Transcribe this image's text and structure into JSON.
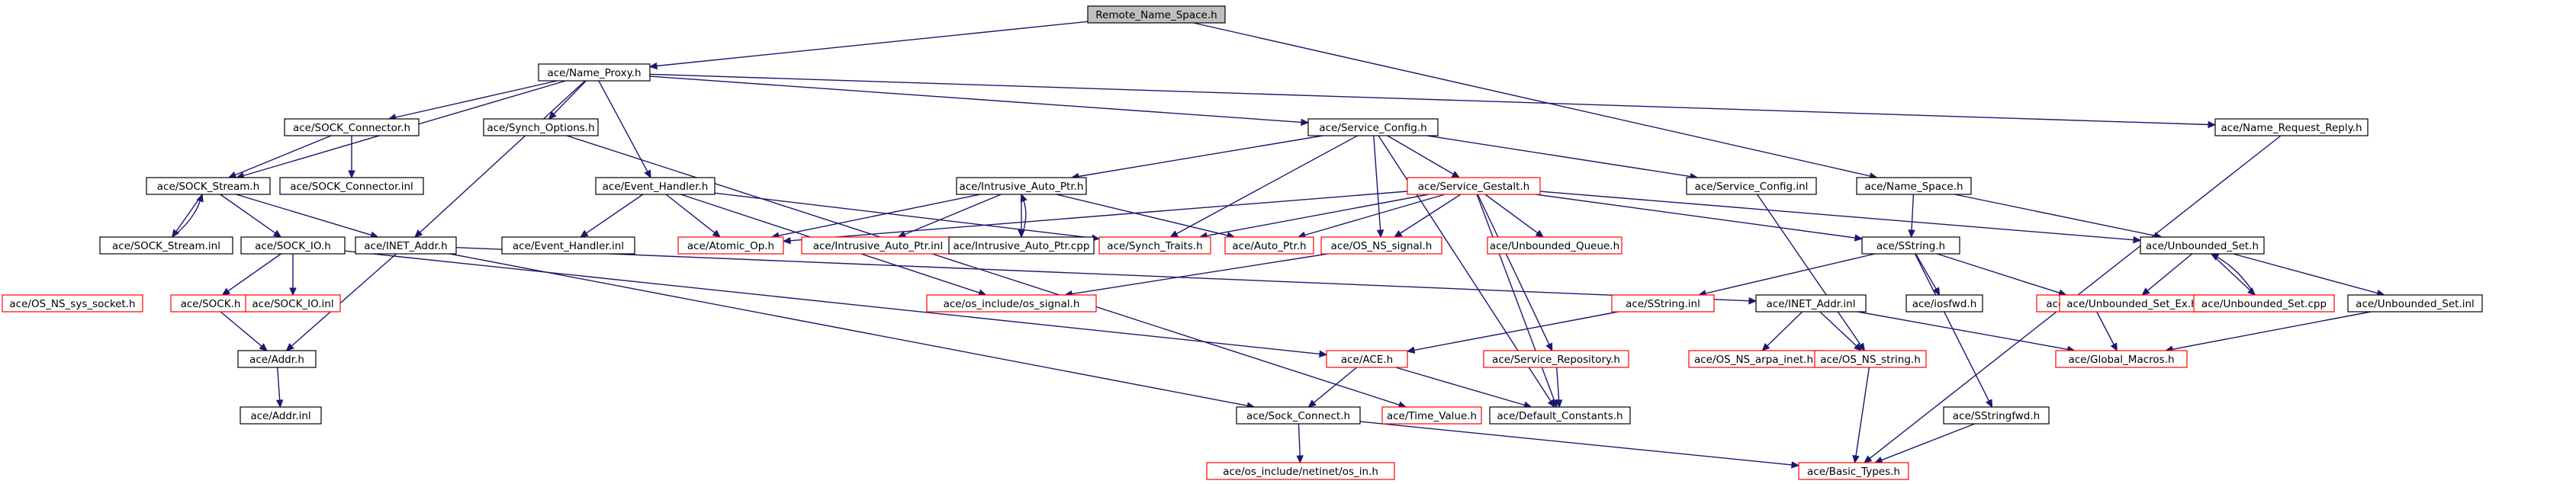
{
  "diagram": {
    "colors": {
      "edge": "#191970",
      "node_border_normal": "#000000",
      "node_border_external": "#ff0000",
      "node_fill": "#ffffff",
      "root_fill": "#bfbfbf"
    },
    "nodes": [
      {
        "id": "n0",
        "label": "Remote_Name_Space.h",
        "kind": "root"
      },
      {
        "id": "n1",
        "label": "ace/Name_Proxy.h",
        "kind": "normal"
      },
      {
        "id": "n2",
        "label": "ace/SOCK_Connector.h",
        "kind": "normal"
      },
      {
        "id": "n3",
        "label": "ace/Synch_Options.h",
        "kind": "normal"
      },
      {
        "id": "n4",
        "label": "ace/Service_Config.h",
        "kind": "normal"
      },
      {
        "id": "n5",
        "label": "ace/Name_Request_Reply.h",
        "kind": "normal"
      },
      {
        "id": "n6",
        "label": "ace/SOCK_Stream.h",
        "kind": "normal"
      },
      {
        "id": "n7",
        "label": "ace/SOCK_Connector.inl",
        "kind": "normal"
      },
      {
        "id": "n8",
        "label": "ace/Event_Handler.h",
        "kind": "normal"
      },
      {
        "id": "n9",
        "label": "ace/Intrusive_Auto_Ptr.h",
        "kind": "normal"
      },
      {
        "id": "n10",
        "label": "ace/Service_Gestalt.h",
        "kind": "external"
      },
      {
        "id": "n11",
        "label": "ace/Service_Config.inl",
        "kind": "normal"
      },
      {
        "id": "n12",
        "label": "ace/Name_Space.h",
        "kind": "normal"
      },
      {
        "id": "n13",
        "label": "ace/SOCK_Stream.inl",
        "kind": "normal"
      },
      {
        "id": "n14",
        "label": "ace/SOCK_IO.h",
        "kind": "normal"
      },
      {
        "id": "n15",
        "label": "ace/INET_Addr.h",
        "kind": "normal"
      },
      {
        "id": "n16",
        "label": "ace/Event_Handler.inl",
        "kind": "normal"
      },
      {
        "id": "n17",
        "label": "ace/Atomic_Op.h",
        "kind": "external"
      },
      {
        "id": "n18",
        "label": "ace/Intrusive_Auto_Ptr.inl",
        "kind": "external"
      },
      {
        "id": "n19",
        "label": "ace/Intrusive_Auto_Ptr.cpp",
        "kind": "normal"
      },
      {
        "id": "n20",
        "label": "ace/Synch_Traits.h",
        "kind": "external"
      },
      {
        "id": "n21",
        "label": "ace/Auto_Ptr.h",
        "kind": "external"
      },
      {
        "id": "n22",
        "label": "ace/OS_NS_signal.h",
        "kind": "external"
      },
      {
        "id": "n23",
        "label": "ace/Unbounded_Queue.h",
        "kind": "external"
      },
      {
        "id": "n24",
        "label": "ace/SString.h",
        "kind": "normal"
      },
      {
        "id": "n25",
        "label": "ace/Unbounded_Set.h",
        "kind": "normal"
      },
      {
        "id": "n26",
        "label": "ace/OS_NS_sys_socket.h",
        "kind": "external"
      },
      {
        "id": "n27",
        "label": "ace/SOCK.h",
        "kind": "external"
      },
      {
        "id": "n28",
        "label": "ace/SOCK_IO.inl",
        "kind": "external"
      },
      {
        "id": "n29",
        "label": "ace/os_include/os_signal.h",
        "kind": "external"
      },
      {
        "id": "n30",
        "label": "ace/SString.inl",
        "kind": "external"
      },
      {
        "id": "n31",
        "label": "ace/INET_Addr.inl",
        "kind": "normal"
      },
      {
        "id": "n32",
        "label": "ace/iosfwd.h",
        "kind": "normal"
      },
      {
        "id": "n33",
        "label": "ace/String_Base.h",
        "kind": "external"
      },
      {
        "id": "n34",
        "label": "ace/Unbounded_Set_Ex.h",
        "kind": "external"
      },
      {
        "id": "n35",
        "label": "ace/Unbounded_Set.cpp",
        "kind": "external"
      },
      {
        "id": "n36",
        "label": "ace/Unbounded_Set.inl",
        "kind": "normal"
      },
      {
        "id": "n37",
        "label": "ace/Addr.h",
        "kind": "normal"
      },
      {
        "id": "n38",
        "label": "ace/ACE.h",
        "kind": "external"
      },
      {
        "id": "n39",
        "label": "ace/Service_Repository.h",
        "kind": "external"
      },
      {
        "id": "n40",
        "label": "ace/OS_NS_arpa_inet.h",
        "kind": "external"
      },
      {
        "id": "n41",
        "label": "ace/OS_NS_string.h",
        "kind": "external"
      },
      {
        "id": "n42",
        "label": "ace/Global_Macros.h",
        "kind": "external"
      },
      {
        "id": "n43",
        "label": "ace/Addr.inl",
        "kind": "normal"
      },
      {
        "id": "n44",
        "label": "ace/Sock_Connect.h",
        "kind": "normal"
      },
      {
        "id": "n45",
        "label": "ace/Time_Value.h",
        "kind": "external"
      },
      {
        "id": "n46",
        "label": "ace/Default_Constants.h",
        "kind": "normal"
      },
      {
        "id": "n47",
        "label": "ace/SStringfwd.h",
        "kind": "normal"
      },
      {
        "id": "n48",
        "label": "ace/os_include/netinet/os_in.h",
        "kind": "external"
      },
      {
        "id": "n49",
        "label": "ace/Basic_Types.h",
        "kind": "external"
      }
    ],
    "edges": [
      [
        "n0",
        "n1"
      ],
      [
        "n0",
        "n12"
      ],
      [
        "n1",
        "n2"
      ],
      [
        "n1",
        "n3"
      ],
      [
        "n1",
        "n4"
      ],
      [
        "n1",
        "n5"
      ],
      [
        "n1",
        "n6"
      ],
      [
        "n1",
        "n8"
      ],
      [
        "n1",
        "n15"
      ],
      [
        "n2",
        "n6"
      ],
      [
        "n2",
        "n7"
      ],
      [
        "n3",
        "n45"
      ],
      [
        "n4",
        "n9"
      ],
      [
        "n4",
        "n10"
      ],
      [
        "n4",
        "n11"
      ],
      [
        "n4",
        "n20"
      ],
      [
        "n4",
        "n22"
      ],
      [
        "n4",
        "n46"
      ],
      [
        "n5",
        "n49"
      ],
      [
        "n6",
        "n13"
      ],
      [
        "n6",
        "n14"
      ],
      [
        "n6",
        "n15"
      ],
      [
        "n13",
        "n6"
      ],
      [
        "n14",
        "n27"
      ],
      [
        "n14",
        "n28"
      ],
      [
        "n14",
        "n38"
      ],
      [
        "n15",
        "n37"
      ],
      [
        "n15",
        "n31"
      ],
      [
        "n15",
        "n44"
      ],
      [
        "n8",
        "n16"
      ],
      [
        "n8",
        "n17"
      ],
      [
        "n8",
        "n20"
      ],
      [
        "n8",
        "n29"
      ],
      [
        "n9",
        "n18"
      ],
      [
        "n9",
        "n19"
      ],
      [
        "n9",
        "n17"
      ],
      [
        "n9",
        "n21"
      ],
      [
        "n19",
        "n9"
      ],
      [
        "n10",
        "n17"
      ],
      [
        "n10",
        "n20"
      ],
      [
        "n10",
        "n21"
      ],
      [
        "n10",
        "n22"
      ],
      [
        "n10",
        "n23"
      ],
      [
        "n10",
        "n24"
      ],
      [
        "n10",
        "n25"
      ],
      [
        "n10",
        "n39"
      ],
      [
        "n10",
        "n46"
      ],
      [
        "n11",
        "n41"
      ],
      [
        "n12",
        "n24"
      ],
      [
        "n12",
        "n25"
      ],
      [
        "n24",
        "n30"
      ],
      [
        "n24",
        "n32"
      ],
      [
        "n24",
        "n33"
      ],
      [
        "n24",
        "n47"
      ],
      [
        "n25",
        "n34"
      ],
      [
        "n25",
        "n35"
      ],
      [
        "n25",
        "n36"
      ],
      [
        "n35",
        "n25"
      ],
      [
        "n22",
        "n29"
      ],
      [
        "n27",
        "n37"
      ],
      [
        "n30",
        "n38"
      ],
      [
        "n31",
        "n40"
      ],
      [
        "n31",
        "n41"
      ],
      [
        "n31",
        "n42"
      ],
      [
        "n33",
        "n42"
      ],
      [
        "n36",
        "n42"
      ],
      [
        "n37",
        "n43"
      ],
      [
        "n38",
        "n44"
      ],
      [
        "n38",
        "n46"
      ],
      [
        "n39",
        "n46"
      ],
      [
        "n41",
        "n49"
      ],
      [
        "n44",
        "n48"
      ],
      [
        "n44",
        "n49"
      ],
      [
        "n47",
        "n49"
      ]
    ]
  }
}
